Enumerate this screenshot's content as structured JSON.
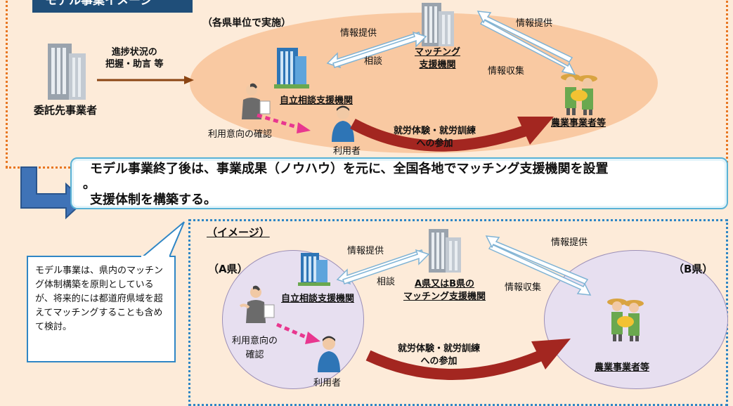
{
  "top": {
    "tag_title": "モデル事業イメージ",
    "unit_note": "（各県単位で実施）",
    "contractor": "委託先事業者",
    "progress": [
      "進捗状況の",
      "把握・助言 等"
    ],
    "matching": [
      "マッチング",
      "支援機関"
    ],
    "counsel": "自立相談支援機関",
    "farmer": "農業事業者等",
    "user": "利用者",
    "confirm": "利用意向の確認",
    "info_provide_left": "情報提供",
    "consult": "相談",
    "info_provide_right": "情報提供",
    "info_collect": "情報収集",
    "work": [
      "就労体験・就労訓練",
      "への参加"
    ]
  },
  "banner": {
    "line1": "モデル事業終了後は、事業成果（ノウハウ）を元に、全国各地でマッチング支援機関を設置",
    "line2": "。",
    "line3": "支援体制を構築する。"
  },
  "callout": {
    "text": "モデル事業は、県内のマッチング体制構築を原則としているが、将来的には都道府県域を超えてマッチングすることも含めて検討。"
  },
  "bottom": {
    "image_label": "（イメージ）",
    "a_pref": "（A県）",
    "b_pref": "（B県）",
    "info_provide_left": "情報提供",
    "consult": "相談",
    "matching": [
      "A県又はB県の",
      "マッチング支援機関"
    ],
    "info_provide_right": "情報提供",
    "info_collect": "情報収集",
    "counsel": "自立相談支援機関",
    "confirm": [
      "利用意向の",
      "確認"
    ],
    "user": "利用者",
    "work": [
      "就労体験・就労訓練",
      "への参加"
    ],
    "farmer": "農業事業者等"
  },
  "colors": {
    "background": "#fdebd9",
    "orange_border": "#e87722",
    "blue_border": "#2f86c5",
    "tag_bg": "#1f4e79",
    "ellipse_top": "#f9c9a2",
    "ellipse_bottom": "#e7dff0",
    "curved_arrow": "#a32620",
    "dotted_arrow": "#e8378f"
  }
}
